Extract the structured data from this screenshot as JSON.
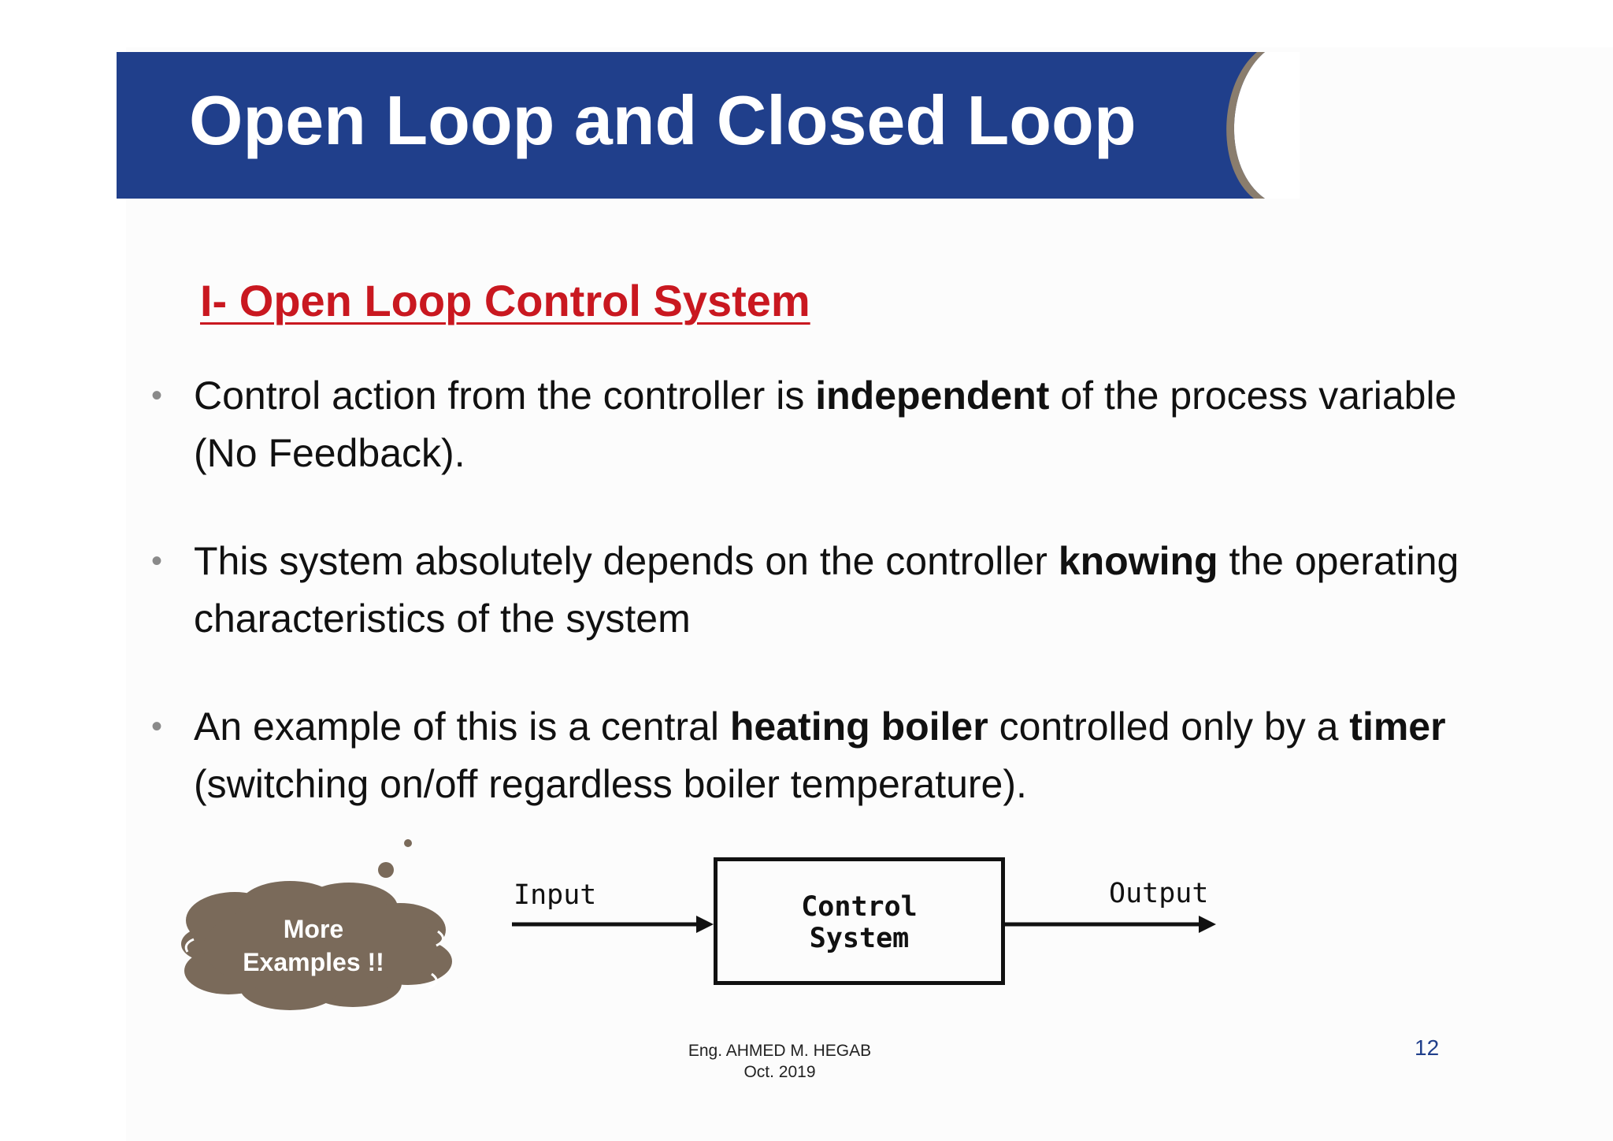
{
  "slide": {
    "title": "Open Loop and Closed Loop",
    "heading": "I- Open Loop Control System",
    "bullets": [
      {
        "parts": [
          {
            "text": "Control action from the controller is ",
            "bold": false
          },
          {
            "text": "independent",
            "bold": true
          },
          {
            "text": " of the process variable (No Feedback).",
            "bold": false
          }
        ]
      },
      {
        "parts": [
          {
            "text": "This system absolutely depends on the controller ",
            "bold": false
          },
          {
            "text": "knowing",
            "bold": true
          },
          {
            "text": " the operating characteristics of the system",
            "bold": false
          }
        ]
      },
      {
        "parts": [
          {
            "text": "An example of this is a central ",
            "bold": false
          },
          {
            "text": "heating boiler",
            "bold": true
          },
          {
            "text": " controlled only by a ",
            "bold": false
          },
          {
            "text": "timer",
            "bold": true
          },
          {
            "text": " (switching on/off regardless boiler temperature).",
            "bold": false
          }
        ]
      }
    ],
    "bullet_glyph": "•",
    "callout": {
      "line1": "More",
      "line2": "Examples !!",
      "color": "#7a6a5a"
    },
    "diagram": {
      "input_label": "Input",
      "output_label": "Output",
      "box_line1": "Control",
      "box_line2": "System"
    },
    "footer": {
      "author": "Eng. AHMED M. HEGAB",
      "date": "Oct.  2019"
    },
    "page_number": "12",
    "colors": {
      "title_bar": "#203f8b",
      "heading": "#c91820",
      "curve": "#8a7d6d"
    }
  }
}
